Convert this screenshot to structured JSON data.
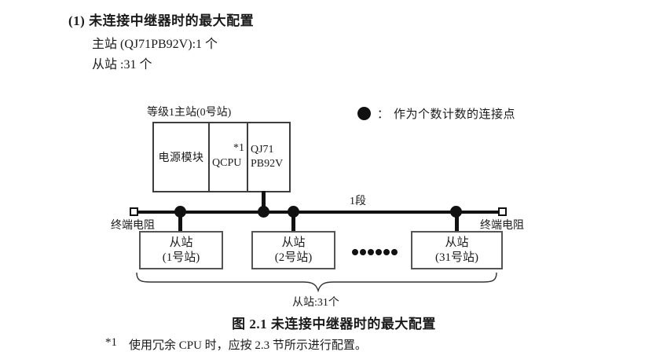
{
  "page": {
    "heading": "(1) 未连接中继器时的最大配置",
    "master_line": "主站 (QJ71PB92V):1 个",
    "slave_line": "从站 :31 个",
    "caption": "图 2.1 未连接中继器时的最大配置",
    "footnote": {
      "marker": "*1",
      "text": "使用冗余 CPU 时，应按 2.3 节所示进行配置。"
    }
  },
  "diagram": {
    "master_station": {
      "label": "等级1主站(0号站)",
      "modules": {
        "power": "电源模块",
        "cpu": "QCPU",
        "cpu_note": "*1",
        "pb_line1": "QJ71",
        "pb_line2": "PB92V"
      }
    },
    "legend": {
      "separator": "：",
      "text": "作为个数计数的连接点"
    },
    "segment_label": "1段",
    "terminator_left": "终端电阻",
    "terminator_right": "终端电阻",
    "slaves": [
      {
        "line1": "从站",
        "line2": "(1号站)"
      },
      {
        "line1": "从站",
        "line2": "(2号站)"
      },
      {
        "line1": "从站",
        "line2": "(31号站)"
      }
    ],
    "slave_total_label": "从站:31个",
    "colors": {
      "ink": "#1a1a1a",
      "line": "#111111",
      "box_border": "#444444"
    }
  }
}
